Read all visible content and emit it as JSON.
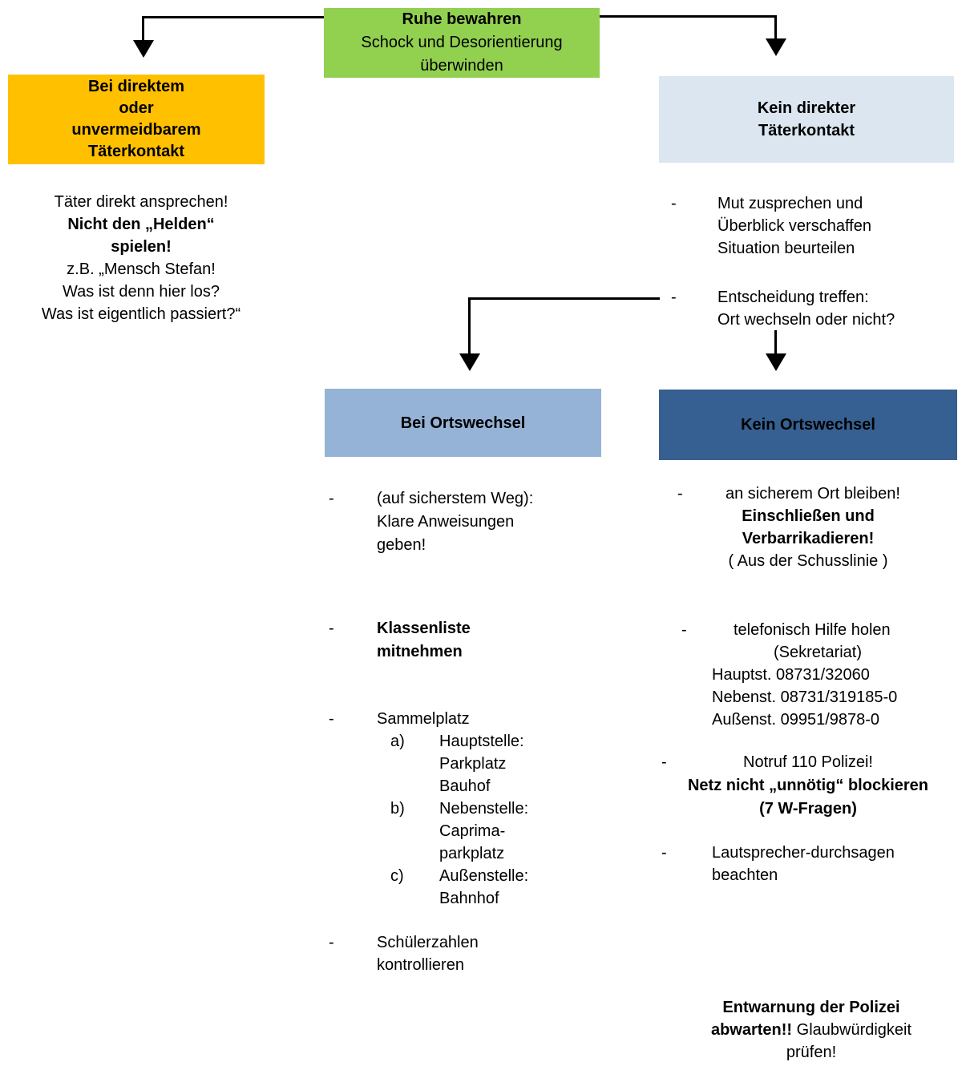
{
  "colors": {
    "green": "#92D050",
    "orange": "#FFC000",
    "light_blue": "#DCE6F1",
    "medium_blue": "#95B3D7",
    "dark_blue": "#376092",
    "line": "#000000"
  },
  "dash": "-",
  "top_box": {
    "line1": "Ruhe bewahren",
    "line2": "Schock und Desorientierung",
    "line3": "überwinden"
  },
  "direct_contact": {
    "header": {
      "line1": "Bei direktem",
      "line2": "oder",
      "line3": "unvermeidbarem",
      "line4": "Täterkontakt"
    },
    "body": {
      "line1": "Täter direkt ansprechen!",
      "line2": "Nicht den „Helden“",
      "line3": "spielen!",
      "line4": "z.B. „Mensch Stefan!",
      "line5": "Was ist denn hier los?",
      "line6": "Was ist eigentlich passiert?“"
    }
  },
  "no_direct_contact": {
    "header": {
      "line1": "Kein direkter",
      "line2": "Täterkontakt"
    },
    "bullet1": {
      "line1": "Mut zusprechen und",
      "line2": "Überblick verschaffen",
      "line3": "Situation beurteilen"
    },
    "bullet2": {
      "line1": "Entscheidung treffen:",
      "line2": "Ort wechseln oder nicht?"
    }
  },
  "move": {
    "header": "Bei Ortswechsel",
    "bullet1": {
      "line1": "(auf sicherstem Weg):",
      "line2": "Klare Anweisungen",
      "line3": "geben!"
    },
    "bullet2": {
      "line1": "Klassenliste",
      "line2": "mitnehmen"
    },
    "bullet3": {
      "title": "Sammelplatz",
      "items": [
        {
          "label": "a)",
          "line1": "Hauptstelle:",
          "line2": "Parkplatz",
          "line3": "Bauhof"
        },
        {
          "label": "b)",
          "line1": "Nebenstelle:",
          "line2": "Caprima-",
          "line3": "parkplatz"
        },
        {
          "label": "c)",
          "line1": "Außenstelle:",
          "line2": "Bahnhof"
        }
      ]
    },
    "bullet4": {
      "line1": "Schülerzahlen",
      "line2": "kontrollieren"
    }
  },
  "stay": {
    "header": "Kein Ortswechsel",
    "bullet1": {
      "line1": "an sicherem Ort bleiben!",
      "line2": "Einschließen und",
      "line3": "Verbarrikadieren!",
      "line4": "( Aus der Schusslinie )"
    },
    "bullet2": {
      "line1": "telefonisch Hilfe holen",
      "line2": "(Sekretariat)",
      "line3": "Hauptst. 08731/32060",
      "line4": "Nebenst. 08731/319185-0",
      "line5": "Außenst. 09951/9878-0"
    },
    "bullet3": {
      "line1": "Notruf 110 Polizei!",
      "line2": "Netz nicht „unnötig“ blockieren",
      "line3": "(7 W-Fragen)"
    },
    "bullet4": {
      "line1": "Lautsprecher-durchsagen",
      "line2": "beachten"
    },
    "footer": {
      "line1": "Entwarnung der Polizei",
      "line2_bold": "abwarten!!",
      "line2_rest": " Glaubwürdigkeit",
      "line3": "prüfen!"
    }
  }
}
